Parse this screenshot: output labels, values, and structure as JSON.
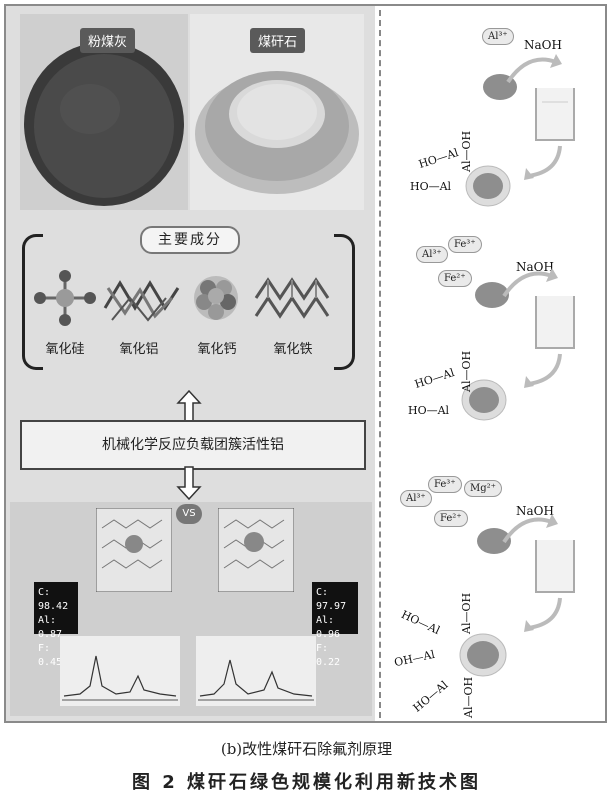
{
  "photos": {
    "fly_ash_label": "粉煤灰",
    "coal_gangue_label": "煤矸石"
  },
  "components": {
    "header": "主要成分",
    "items": [
      "氧化硅",
      "氧化铝",
      "氧化钙",
      "氧化铁"
    ]
  },
  "process_label": "机械化学反应负载团簇活性铝",
  "comparison": {
    "left_stats": [
      "C: 98.42",
      "Al: 0.87",
      "F: 0.45"
    ],
    "right_stats": [
      "C: 97.97",
      "Al: 0.96",
      "F: 0.22"
    ],
    "vs_label": "VS"
  },
  "scheme": {
    "reagent": "NaOH",
    "panel1": {
      "ions": [
        "Al³⁺"
      ],
      "groups": [
        "HO—Al",
        "HO—Al",
        "Al—OH"
      ]
    },
    "panel2": {
      "ions": [
        "Al³⁺",
        "Fe³⁺",
        "Fe²⁺"
      ],
      "groups": [
        "HO—Al",
        "HO—Al",
        "Al—OH"
      ]
    },
    "panel3": {
      "ions": [
        "Al³⁺",
        "Fe³⁺",
        "Mg²⁺",
        "Fe²⁺"
      ],
      "groups": [
        "HO—Al",
        "OH—Al",
        "HO—Al",
        "Al—OH",
        "Al—OH"
      ]
    }
  },
  "caption": "(b)改性煤矸石除氟剂原理",
  "figure_title": "图 2   煤矸石绿色规模化利用新技术图"
}
